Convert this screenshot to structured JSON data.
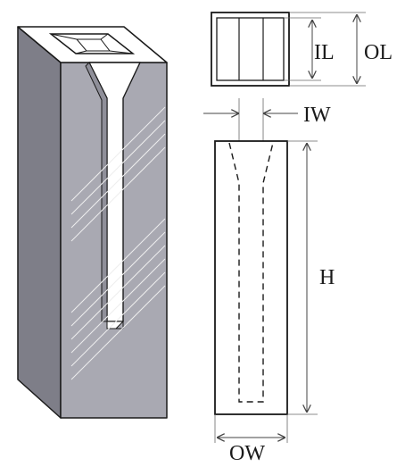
{
  "labels": {
    "inner_length": "IL",
    "outer_length": "OL",
    "inner_width": "IW",
    "height": "H",
    "outer_width": "OW"
  },
  "colors": {
    "front_face": "#a9a9b2",
    "side_face": "#7e7e88",
    "top_face": "#ffffff",
    "line": "#1a1a1a",
    "hatch": "#eeeeee",
    "dimension": "#444444"
  }
}
